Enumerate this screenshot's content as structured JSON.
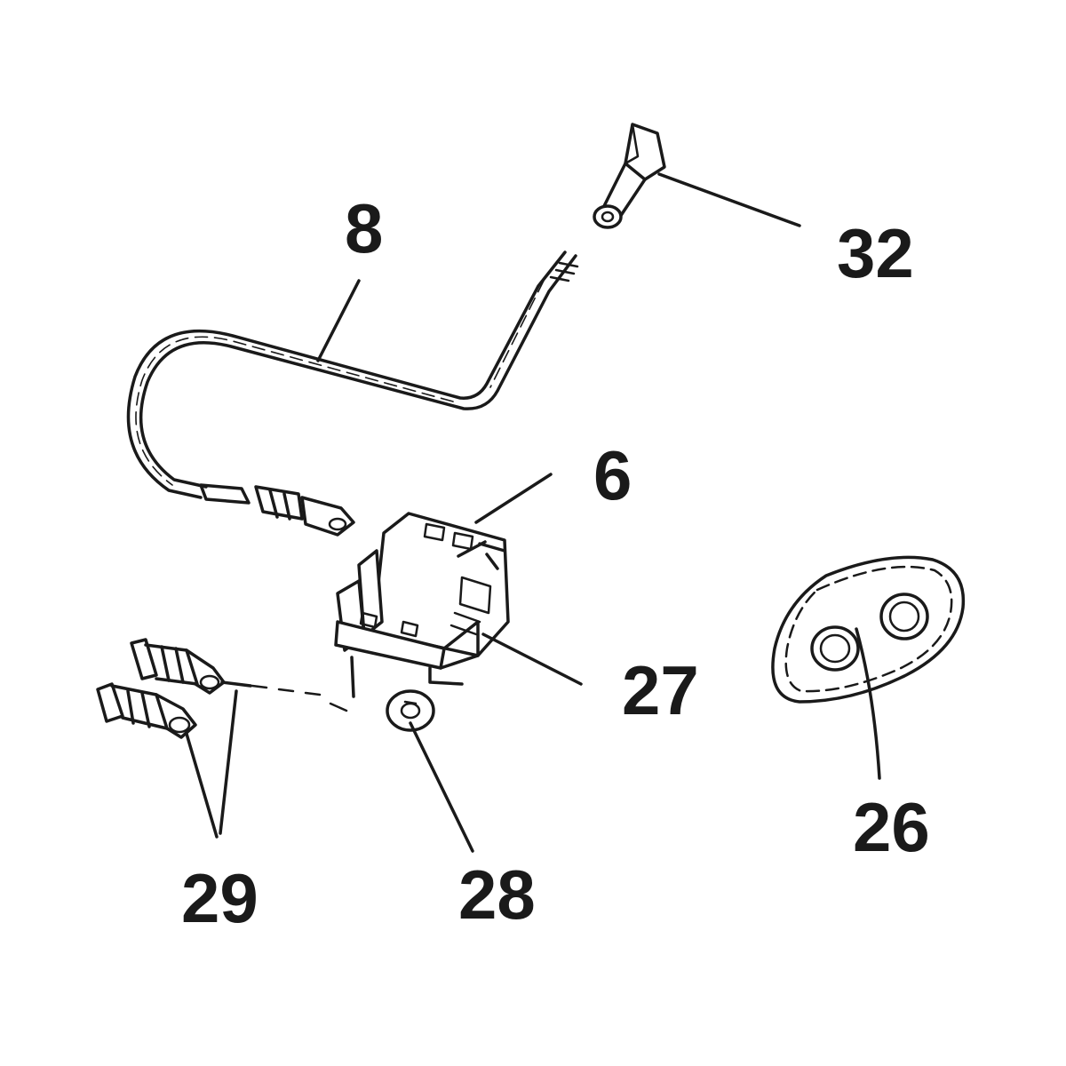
{
  "diagram": {
    "labels": {
      "tube": "8",
      "nut": "32",
      "switch": "6",
      "screw": "27",
      "grommet": "26",
      "connectors": "29",
      "washer": "28"
    },
    "ink_color": "#1a1a1a",
    "background": "#ffffff"
  }
}
